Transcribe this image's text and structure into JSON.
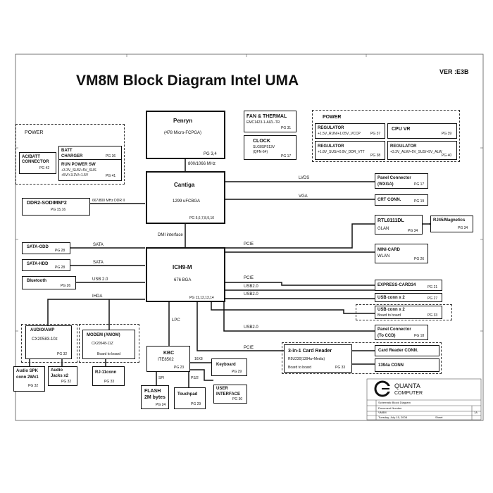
{
  "title": "VM8M Block Diagram Intel UMA",
  "version": "VER :E3B",
  "penryn": {
    "name": "Penryn",
    "sub": "(478 Micro-FCPGA)",
    "pg": "PG 3,4"
  },
  "fan": {
    "name": "FAN & THERMAL",
    "sub": "EMC1423-1-AIZL-TR",
    "pg": "PG 31"
  },
  "clock": {
    "name": "CLOCK",
    "sub1": "SLG8SP513V",
    "sub2": "(QFN-64)",
    "pg": "PG 17"
  },
  "power_left": {
    "label": "POWER",
    "acbatt": {
      "name1": "AC/BATT",
      "name2": "CONNECTOR",
      "pg": "PG 42"
    },
    "batt": {
      "name1": "BATT",
      "name2": "CHARGER",
      "pg": "PG 36"
    },
    "run": {
      "name": "RUN POWER SW",
      "sub1": "+3.3V_SUS/+5V_SUS",
      "sub2": "+5V/+3.3V/+1.5V",
      "pg": "PG 41"
    }
  },
  "power_right": {
    "label": "POWER",
    "reg1": {
      "name": "REGULATOR",
      "sub": "+1.5V_RUN/+1.05V_VCCP",
      "pg": "PG 37"
    },
    "cpuvr": {
      "name": "CPU VR",
      "pg": "PG 39"
    },
    "reg2": {
      "name": "REGULATOR",
      "sub": "+1.8V_SUS/+0.9V_DDR_VTT",
      "pg": "PG 38"
    },
    "reg3": {
      "name": "REGULATOR",
      "sub": "+3.3V_ALW/+5V_SUS/+5V_ALW",
      "pg": "PG 40"
    }
  },
  "fsb": "800/1066 MHz",
  "cantiga": {
    "name": "Cantiga",
    "sub": "1299 uFCBGA",
    "pg": "PG 5,6,7,8,9,10"
  },
  "ddr": {
    "name": "DDR2-SODIMM*2",
    "pg": "PG 15,16"
  },
  "ddr_bus": "667/800 MHz DDR II",
  "lvds": "LVDS",
  "vga": "VGA",
  "panel": {
    "name": "Panel Connector",
    "sub": "(WXGA)",
    "pg": "PG 17"
  },
  "crt": {
    "name": "CRT CONN.",
    "pg": "PG 19"
  },
  "dmi": "DMI interface",
  "ich": {
    "name": "ICH9-M",
    "sub": "676 BGA",
    "pg": "PG 11,12,13,14"
  },
  "sata_odd": {
    "name": "SATA-ODD",
    "pg": "PG 28"
  },
  "sata_hdd": {
    "name": "SATA-HDD",
    "pg": "PG 28"
  },
  "sata_label": "SATA",
  "bluetooth": {
    "name": "Bluetooth",
    "pg": "PG 26"
  },
  "usb20": "USB 2.0",
  "ihda": "IHDA",
  "rtl": {
    "name": "RTL8111DL",
    "sub": "GLAN",
    "pg": "PG 34"
  },
  "rj45": {
    "name": "RJ45/Magnetics",
    "pg": "PG 34"
  },
  "minicard": {
    "name": "MINI-CARD",
    "sub": "WLAN",
    "pg": "PG 26"
  },
  "pcie": "PCIE",
  "lsb20": "USB2.0",
  "express": {
    "name": "EXPRESS-CARD34",
    "pg": "PG 21"
  },
  "usbconn1": {
    "name": "USB conn x 2",
    "pg": "PG 27"
  },
  "usbconn2": {
    "name": "USB conn x 2",
    "sub": "Board to board",
    "pg": "PG 33"
  },
  "panelccd": {
    "name": "Panel Connector",
    "sub": "(To CCD)",
    "pg": "PG 18"
  },
  "audio": {
    "name": "AUDIO/AMP",
    "sub": "CX20583-10z",
    "pg": "PG 32"
  },
  "spk": {
    "name1": "Audio SPK",
    "name2": "conn 2Wx1",
    "pg": "PG 32"
  },
  "jacks": {
    "name1": "Audio",
    "name2": "Jacks x2",
    "pg": "PG 32"
  },
  "modem": {
    "name": "MODEM (AMOM)",
    "sub": "CX20548-11Z",
    "sub2": "Board to board"
  },
  "rj11": {
    "name": "RJ-11conn",
    "pg": "PG 33"
  },
  "lpc": "LPC",
  "kbc": {
    "name": "KBC",
    "sub": "ITE8502",
    "pg": "PG 23"
  },
  "kb_bus": "16X8",
  "keyboard": {
    "name": "Keyboard",
    "pg": "PG 29"
  },
  "spi": "SPI",
  "ps2": "PS/2",
  "flash": {
    "name1": "FLASH",
    "name2": "2M bytes",
    "pg": "PG 24"
  },
  "touchpad": {
    "name": "Touchpad",
    "pg": "PG 29"
  },
  "userif": {
    "name1": "USER",
    "name2": "INTERFACE",
    "pg": "PG 30"
  },
  "cardreader": {
    "name": "3-in-1 Card Reader",
    "sub": "R5U230(1394a+Media)",
    "sub2": "Board to board",
    "pg": "PG 33"
  },
  "crconn": {
    "name": "Card Reader CONN."
  },
  "conn1394": {
    "name": "1394a CONN"
  },
  "quanta": {
    "l1": "QUANTA",
    "l2": "COMPUTER",
    "tb1": "Schematic Block Diagram",
    "tb2": "Document Number",
    "tb3": "VM8M",
    "tb4": "Tuesday, July 15, 2008",
    "tb5": "Sheet",
    "tb6": "1A"
  }
}
